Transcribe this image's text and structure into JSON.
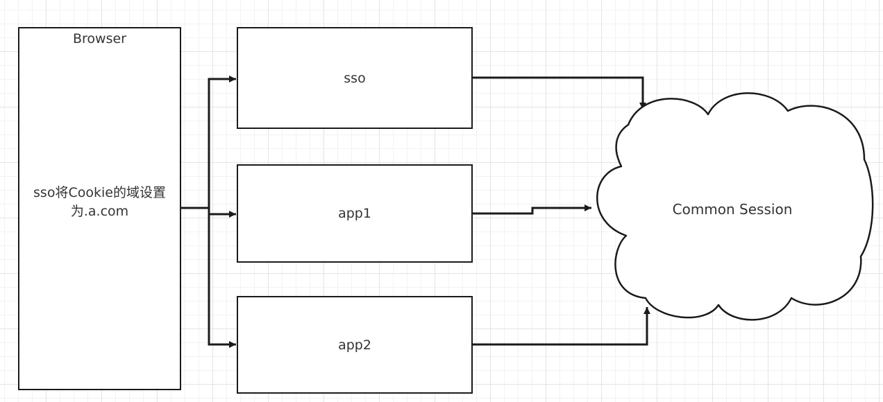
{
  "nodes": {
    "browser": {
      "title": "Browser",
      "note": "sso将Cookie的域设置为.a.com"
    },
    "sso": {
      "label": "sso"
    },
    "app1": {
      "label": "app1"
    },
    "app2": {
      "label": "app2"
    },
    "session": {
      "label": "Common Session"
    }
  },
  "colors": {
    "stroke": "#1a1a1a",
    "text": "#333333",
    "background": "#ffffff",
    "grid": "#e4e4e4"
  },
  "edges": [
    {
      "from": "browser",
      "to": "sso"
    },
    {
      "from": "browser",
      "to": "app1"
    },
    {
      "from": "browser",
      "to": "app2"
    },
    {
      "from": "sso",
      "to": "session"
    },
    {
      "from": "app1",
      "to": "session"
    },
    {
      "from": "app2",
      "to": "session"
    }
  ]
}
